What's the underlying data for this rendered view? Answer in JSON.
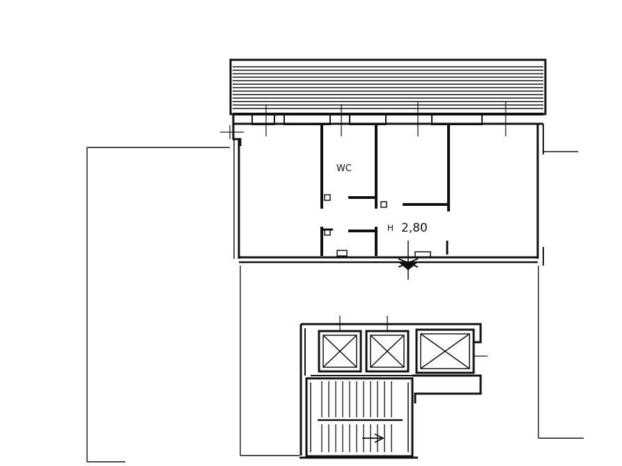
{
  "plan": {
    "labels": {
      "wc": "WC",
      "height_prefix": "H",
      "height_value": "2,80"
    },
    "colors": {
      "ink": "#111111",
      "paper": "#ffffff"
    }
  }
}
